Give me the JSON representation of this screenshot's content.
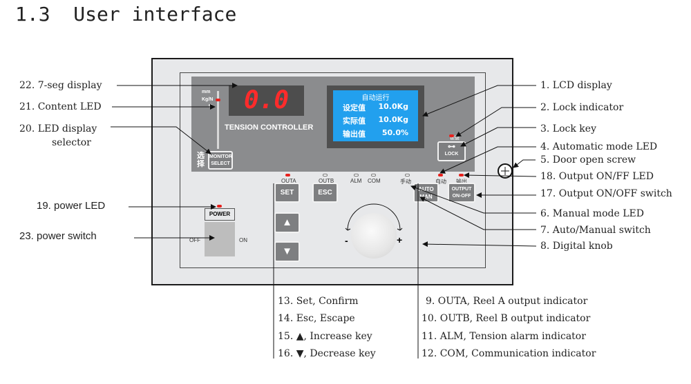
{
  "heading": {
    "number": "1.3",
    "title": "User interface"
  },
  "device": {
    "seg_value": "0.0",
    "brand": "TENSION CONTROLLER",
    "units": [
      "mm",
      "Kg/N",
      "%"
    ],
    "lcd": {
      "title": "自动运行",
      "rows": [
        {
          "label": "设定值",
          "value": "10.0Kg"
        },
        {
          "label": "实际值",
          "value": "10.0Kg"
        },
        {
          "label": "输出值",
          "value": "50.0%"
        }
      ]
    },
    "lock_led_label": "锁键",
    "lock_key": "LOCK",
    "selector_cn": [
      "选",
      "择"
    ],
    "selector_btn": [
      "MONITOR",
      "SELECT"
    ],
    "indicators": [
      "OUTA",
      "OUTB",
      "ALM",
      "COM"
    ],
    "manual_label": "手动",
    "auto_label": "自动",
    "output_label": "输出",
    "set_btn": "SET",
    "esc_btn": "ESC",
    "auto_btn": [
      "AUTO",
      "MAN"
    ],
    "output_btn": [
      "OUTPUT",
      "ON-OFF"
    ],
    "power_label": "POWER",
    "off_label": "OFF",
    "on_label": "ON",
    "knob_minus": "-",
    "knob_plus": "+",
    "up_icon": "triangle-up-icon",
    "down_icon": "triangle-down-icon"
  },
  "labels": {
    "l22": "22. 7-seg display",
    "l21": "21. Content LED",
    "l20a": "20. LED display",
    "l20b": "selector",
    "l19": "19. power LED",
    "l23": "23. power switch",
    "l1": "1. LCD display",
    "l2": "2. Lock indicator",
    "l3": "3. Lock key",
    "l4": "4. Automatic mode LED",
    "l5": "5. Door open screw",
    "l18": "18. Output ON/FF LED",
    "l17": "17. Output ON/OFF switch",
    "l6": "6. Manual mode LED",
    "l7": "7. Auto/Manual switch",
    "l8": "8. Digital knob"
  },
  "bottom_left": [
    {
      "pre": "13. Set, Confirm",
      "post": ""
    },
    {
      "pre": "14. Esc, Escape",
      "post": ""
    },
    {
      "pre": "15.",
      "icon": "▲",
      "post": ", Increase key"
    },
    {
      "pre": "16.",
      "icon": "▼",
      "post": ", Decrease key"
    }
  ],
  "bottom_right": [
    "9. OUTA, Reel A output indicator",
    "10. OUTB, Reel B output indicator",
    "11. ALM, Tension alarm indicator",
    "12. COM, Communication indicator"
  ]
}
